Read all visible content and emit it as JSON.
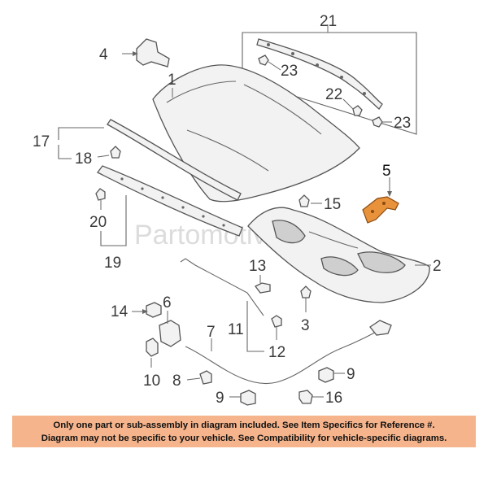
{
  "watermark": "Partomotive.com",
  "callouts": {
    "c1": "1",
    "c2": "2",
    "c3": "3",
    "c4": "4",
    "c5": "5",
    "c6": "6",
    "c7": "7",
    "c8": "8",
    "c9a": "9",
    "c9b": "9",
    "c10": "10",
    "c11": "11",
    "c12": "12",
    "c13": "13",
    "c14": "14",
    "c15": "15",
    "c16": "16",
    "c17": "17",
    "c18": "18",
    "c19": "19",
    "c20": "20",
    "c21": "21",
    "c22": "22",
    "c23a": "23",
    "c23b": "23"
  },
  "highlight": {
    "part_number": "5",
    "color": "#e8923c"
  },
  "notice": {
    "line1": "Only one part or sub-assembly in diagram included. See Item Specifics for Reference #.",
    "line2": "Diagram may not be specific to your vehicle. See Compatibility for vehicle-specific diagrams.",
    "background": "#f5b48c"
  }
}
